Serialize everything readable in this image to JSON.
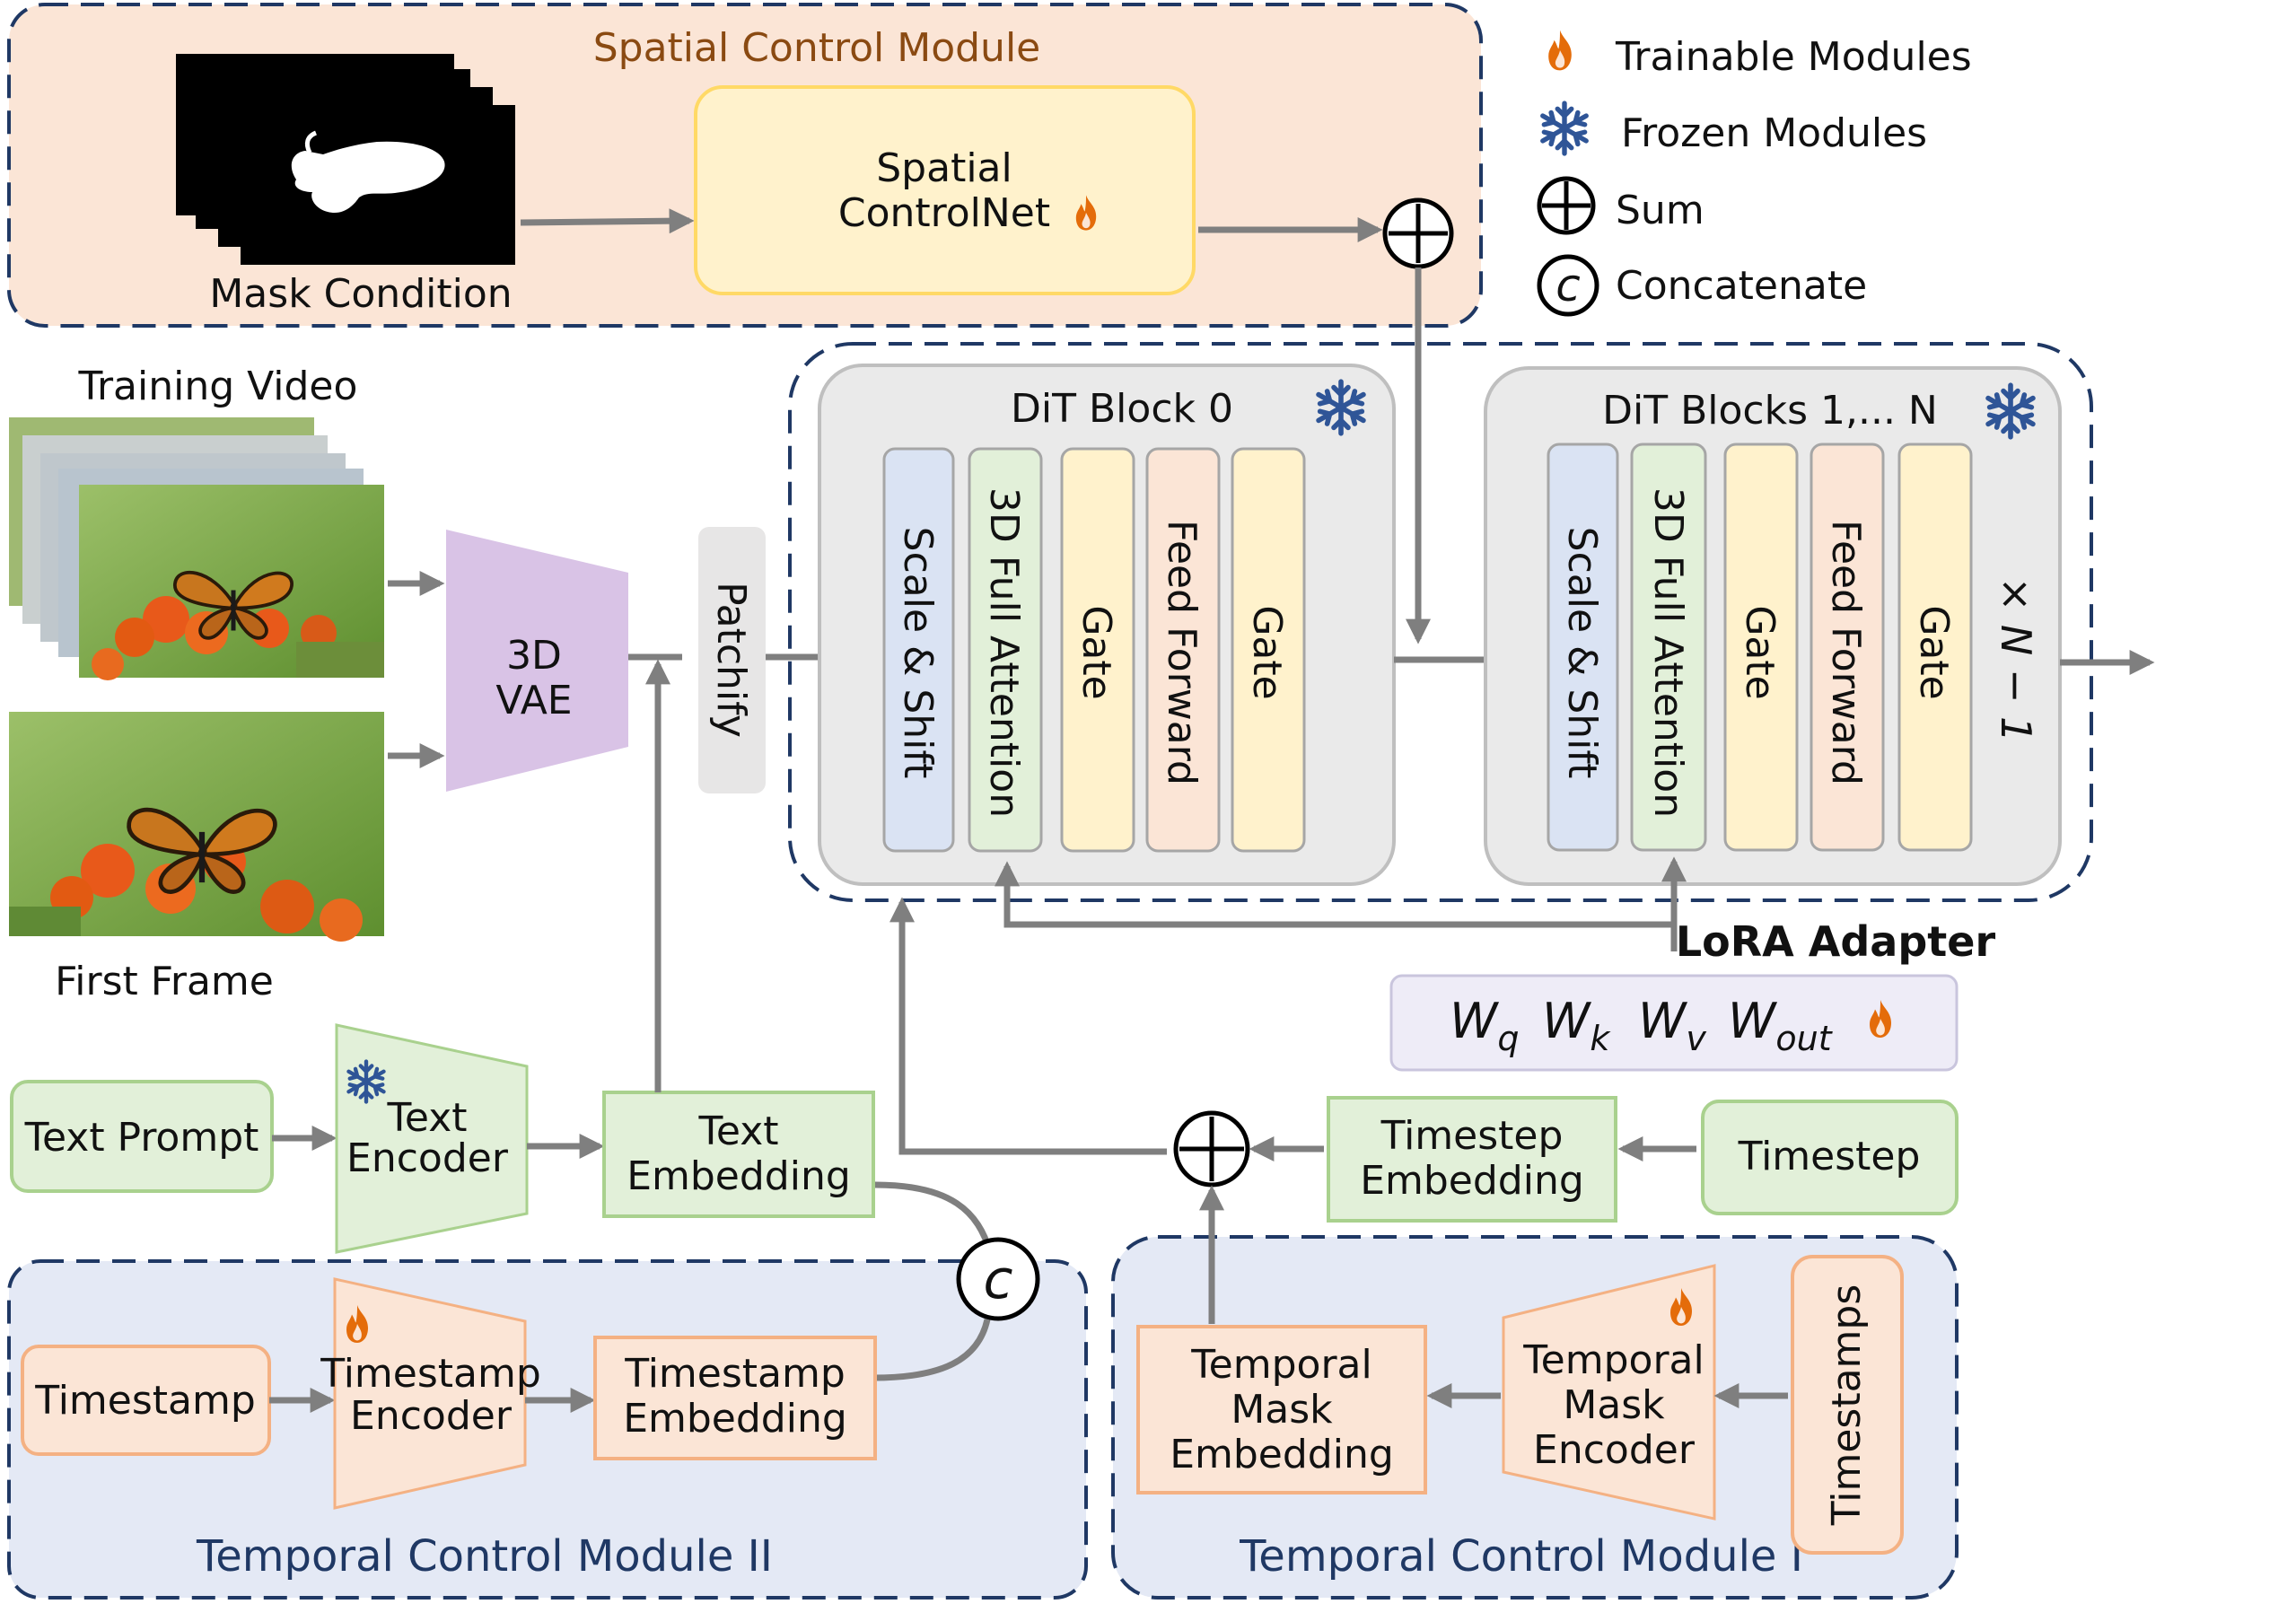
{
  "legend": {
    "trainable": "Trainable Modules",
    "frozen": "Frozen Modules",
    "sum": "Sum",
    "concatenate": "Concatenate",
    "sum_symbol_icon": "circle-plus-icon",
    "concat_symbol_icon": "circle-c-icon",
    "trainable_icon": "flame-icon",
    "frozen_icon": "snowflake-icon"
  },
  "spatial_module": {
    "title": "Spatial Control  Module",
    "mask_label": "Mask Condition",
    "controlnet_line1": "Spatial",
    "controlnet_line2": "ControlNet"
  },
  "inputs": {
    "training_video": "Training Video",
    "first_frame": "First Frame"
  },
  "vae": {
    "line1": "3D",
    "line2": "VAE"
  },
  "patchify": "Patchify",
  "dit_block0": {
    "title": "DiT Block 0",
    "layers": [
      "Scale & Shift",
      "3D Full Attention",
      "Gate",
      "Feed Forward",
      "Gate"
    ]
  },
  "dit_blocks_n": {
    "title": "DiT Blocks 1,... N",
    "layers": [
      "Scale & Shift",
      "3D Full Attention",
      "Gate",
      "Feed Forward",
      "Gate"
    ],
    "repeat_label": "× N − 1"
  },
  "lora": {
    "title": "LoRA Adapter",
    "weights": [
      {
        "base": "W",
        "sub": "q"
      },
      {
        "base": "W",
        "sub": "k"
      },
      {
        "base": "W",
        "sub": "v"
      },
      {
        "base": "W",
        "sub": "out"
      }
    ]
  },
  "text_branch": {
    "prompt": "Text Prompt",
    "encoder_line1": "Text",
    "encoder_line2": "Encoder",
    "embedding_line1": "Text",
    "embedding_line2": "Embedding"
  },
  "timestep_branch": {
    "timestep": "Timestep",
    "embedding_line1": "Timestep",
    "embedding_line2": "Embedding"
  },
  "temporal_module_2": {
    "title": "Temporal Control  Module II",
    "timestamp": "Timestamp",
    "encoder_line1": "Timestamp",
    "encoder_line2": "Encoder",
    "embedding_line1": "Timestamp",
    "embedding_line2": "Embedding"
  },
  "temporal_module_1": {
    "title": "Temporal Control  Module I",
    "timestamps": "Timestamps",
    "encoder_lines": [
      "Temporal",
      "Mask",
      "Encoder"
    ],
    "embedding_lines": [
      "Temporal",
      "Mask",
      "Embedding"
    ]
  },
  "colors": {
    "spatial_bg": "#fbe5d6",
    "temporal_bg": "#e4e9f5",
    "yellow_fill": "#fff2cc",
    "yellow_stroke": "#ffd966",
    "green_fill": "#e2f0d9",
    "green_stroke": "#a9d18e",
    "orange_fill": "#fbe5d6",
    "orange_stroke": "#f4b183",
    "blue_layer": "#dae3f3",
    "purple_vae": "#d9c3e6",
    "arrow": "#7f7f7f",
    "navy": "#1f3864",
    "flame": "#e46c0a",
    "snowflake": "#2f5597"
  }
}
